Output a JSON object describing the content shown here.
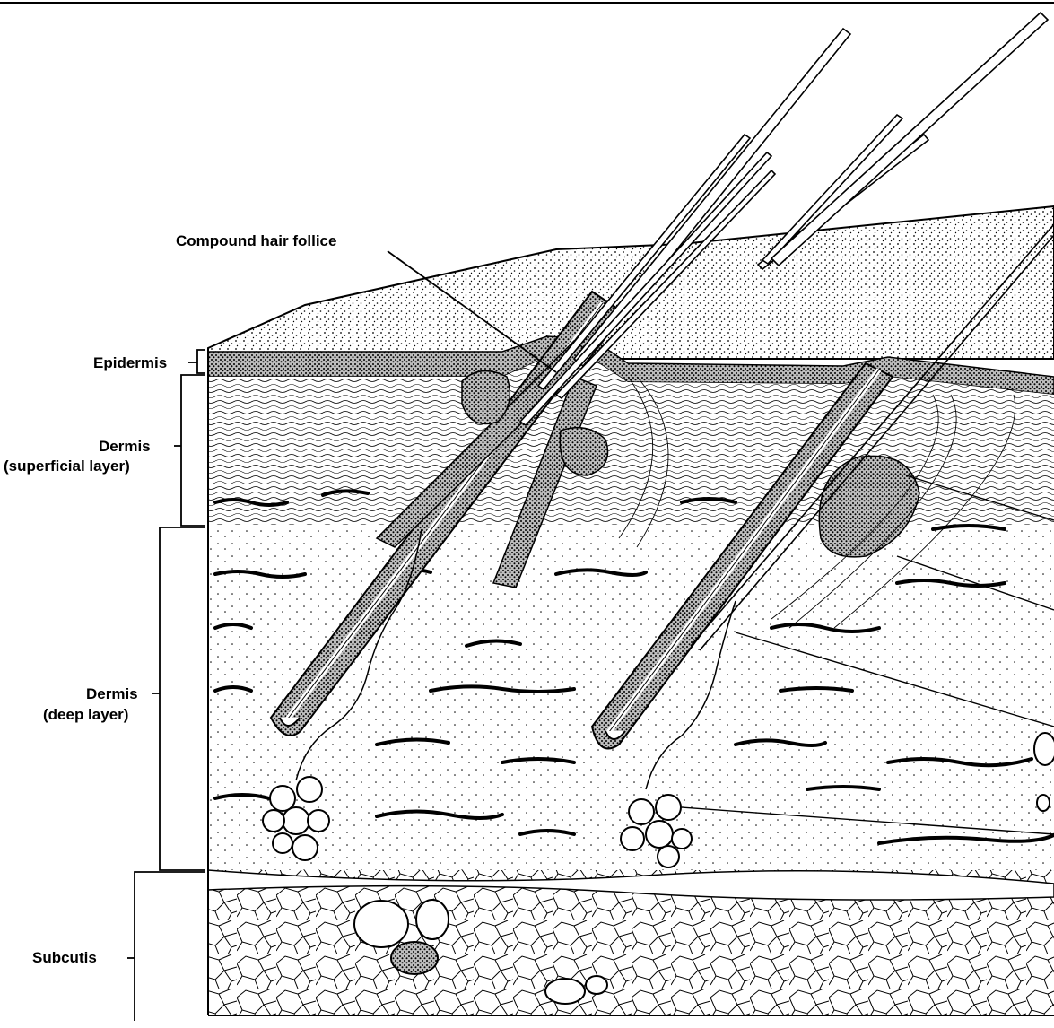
{
  "labels": {
    "compound_hair_follicle": "Compound hair follice",
    "epidermis": "Epidermis",
    "dermis_superficial_1": "Dermis",
    "dermis_superficial_2": "(superficial layer)",
    "dermis_deep_1": "Dermis",
    "dermis_deep_2": "(deep layer)",
    "subcutis": "Subcutis"
  },
  "colors": {
    "ink": "#000000",
    "paper": "#ffffff",
    "epidermis_fill": "#555555",
    "dermis_fill": "#f4f4f4",
    "subcutis_fill": "#ffffff"
  }
}
